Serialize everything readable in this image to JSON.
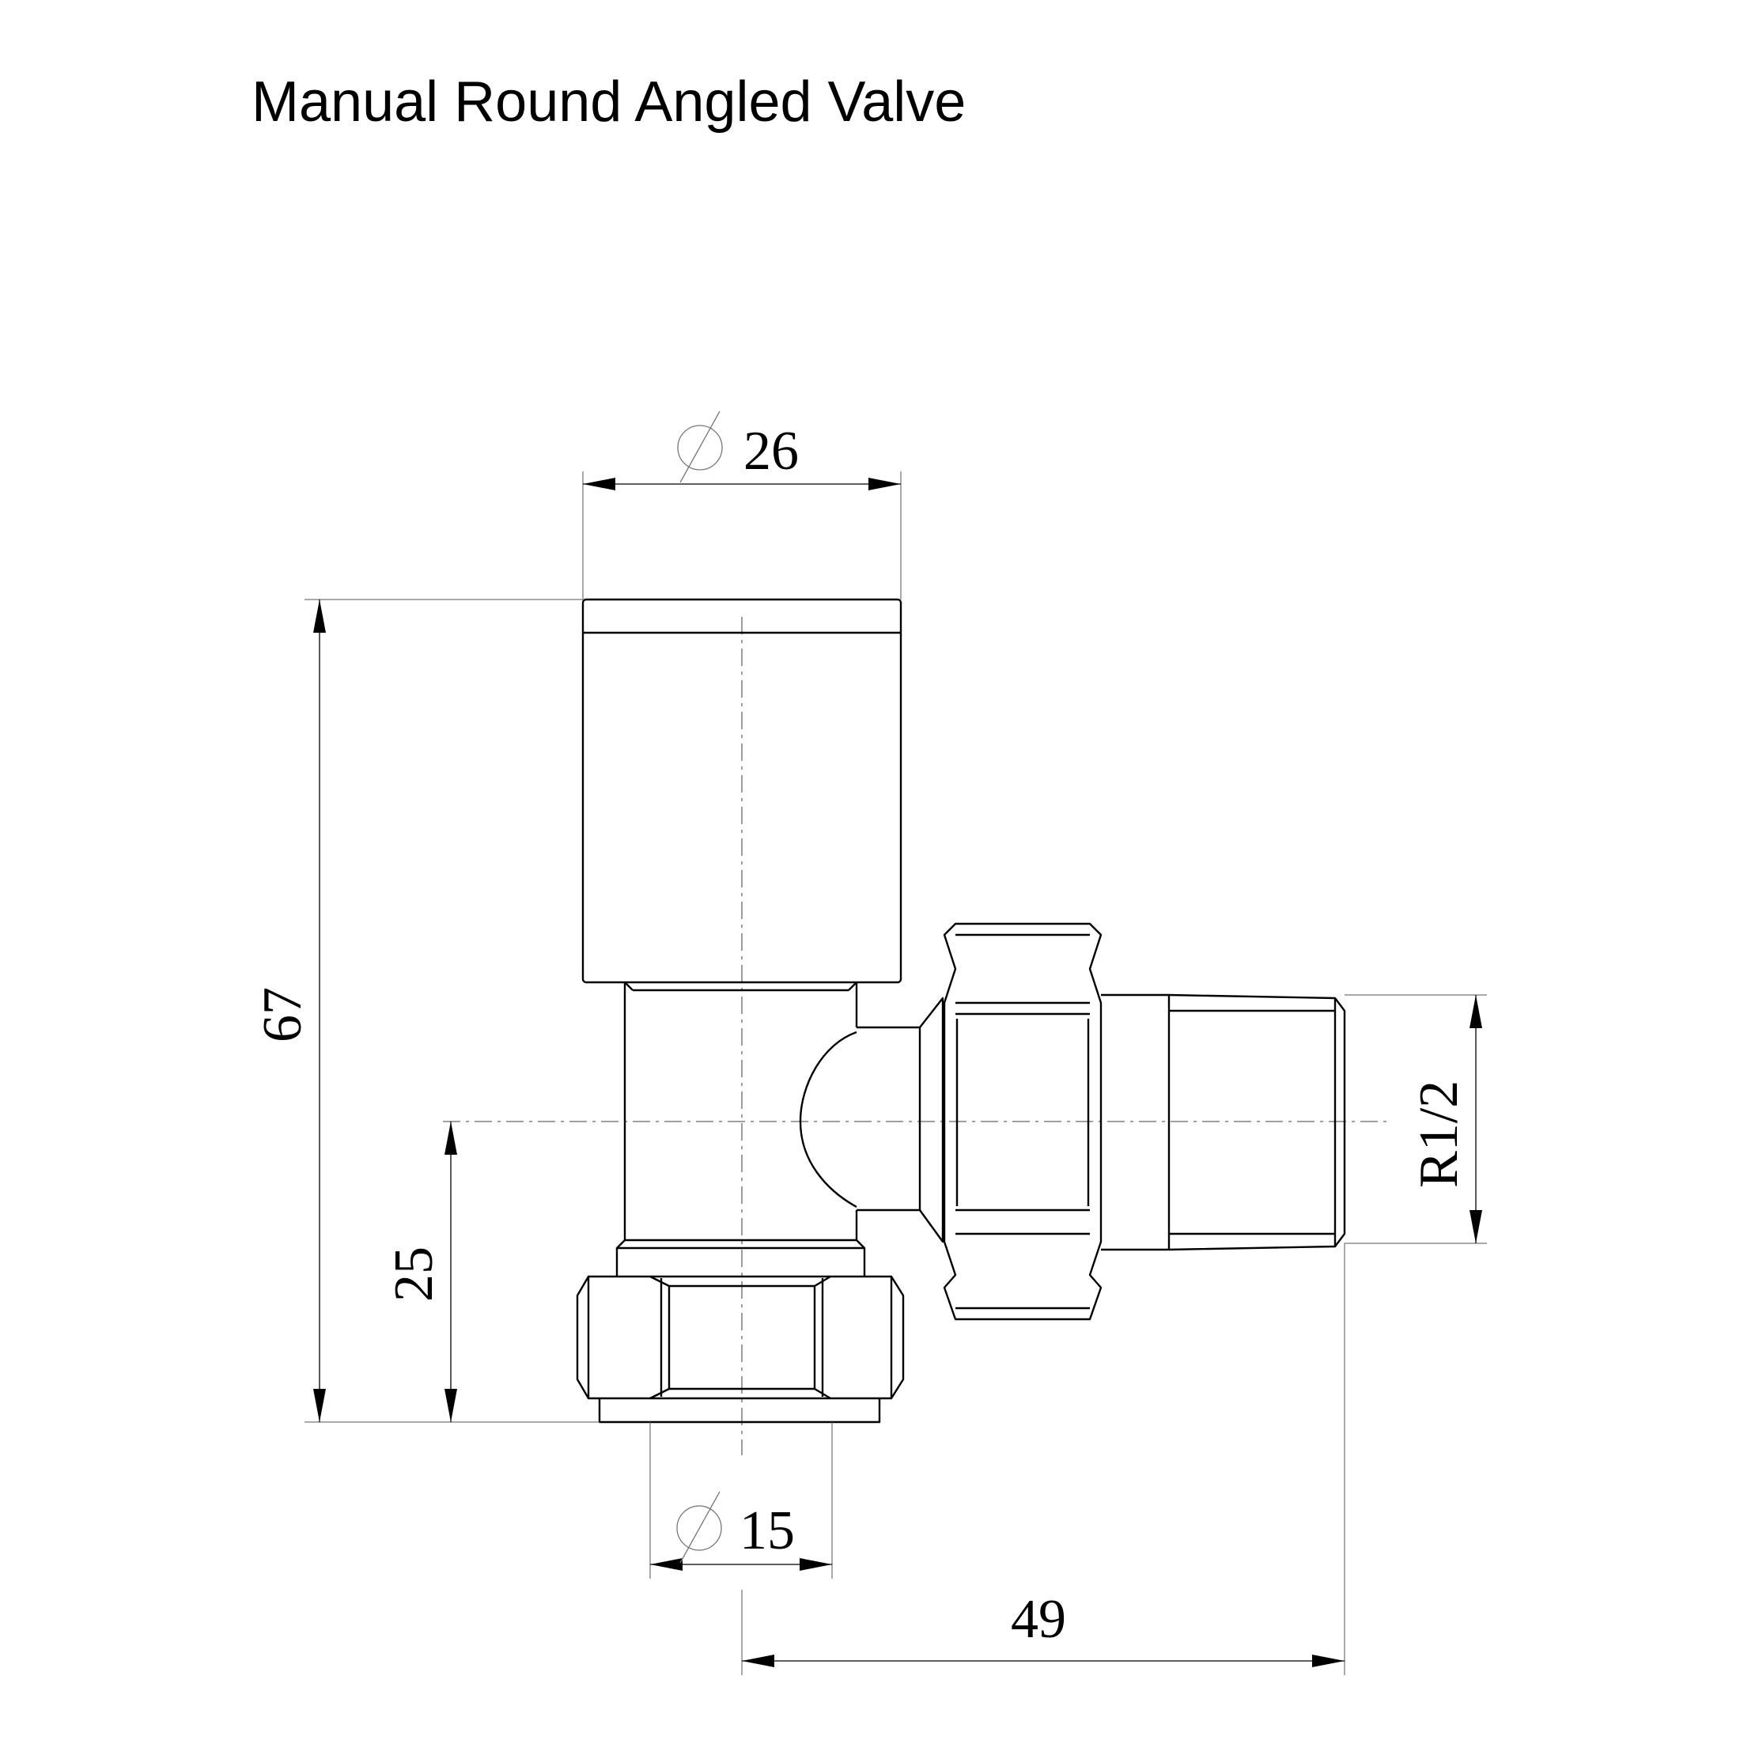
{
  "title": "Manual Round Angled Valve",
  "dimensions": {
    "head_diameter": "26",
    "inlet_diameter": "15",
    "overall_height": "67",
    "outlet_height": "25",
    "overall_width": "49",
    "thread_size": "R1/2"
  }
}
